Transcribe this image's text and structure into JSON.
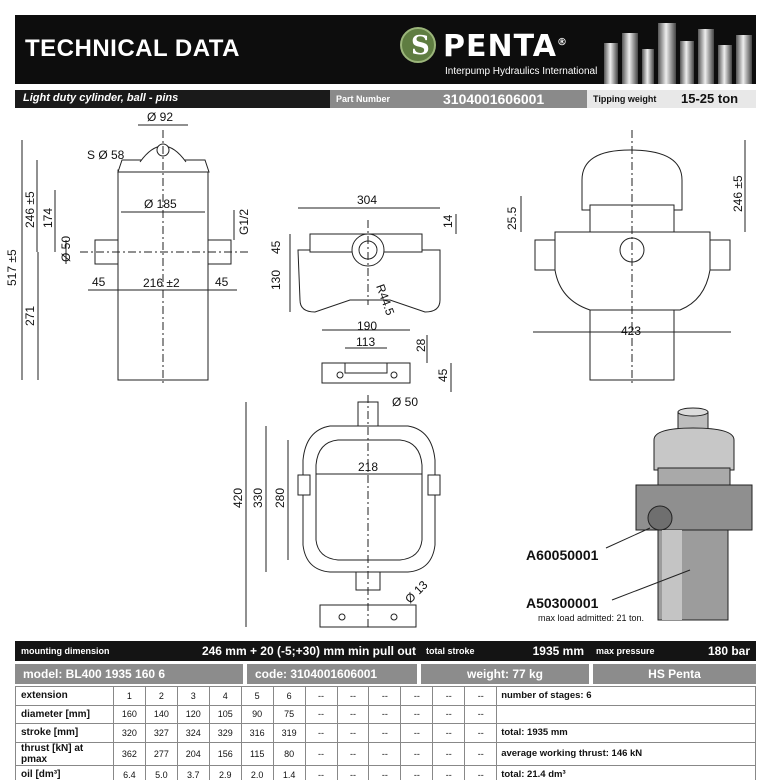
{
  "header": {
    "title": "TECHNICAL DATA",
    "logo_text": "PENTA",
    "logo_registered": "®",
    "logo_subtitle": "Interpump Hydraulics International"
  },
  "subheader": {
    "description": "Light duty cylinder, ball - pins",
    "part_number_label": "Part Number",
    "part_number": "3104001606001",
    "tipping_weight_label": "Tipping weight",
    "tipping_weight": "15-25 ton"
  },
  "drawing_labels": {
    "side": {
      "top_diam": "Ø 92",
      "sphere": "S Ø 58",
      "body_diam": "Ø 185",
      "pin_diam": "Ø 50",
      "port": "G1/2",
      "left_45": "45",
      "right_45": "45",
      "pin_span": "216 ±2",
      "h_517": "517 ±5",
      "h_246": "246 ±5",
      "h_174": "174",
      "h_271": "271"
    },
    "bracket": {
      "w_304": "304",
      "h_14": "14",
      "h_45": "45",
      "h_130": "130",
      "radius": "R44.5"
    },
    "right_view": {
      "h_25": "25.5",
      "h_246": "246 ±5",
      "w_423": "423"
    },
    "base": {
      "w_190": "190",
      "w_113": "113",
      "h_28": "28",
      "h_45": "45"
    },
    "frame": {
      "pin_diam": "Ø 50",
      "w_218": "218",
      "h_420": "420",
      "h_330": "330",
      "h_280": "280",
      "hole_diam": "Ø 13"
    },
    "callouts": {
      "upper": "A60050001",
      "lower": "A50300001",
      "note": "max load admitted: 21 ton."
    }
  },
  "specs": {
    "mounting_label": "mounting dimension",
    "mounting_value": "246 mm + 20 (-5;+30) mm min pull out",
    "stroke_label": "total stroke",
    "stroke_value": "1935 mm",
    "pressure_label": "max pressure",
    "pressure_value": "180 bar",
    "model": "model: BL400 1935 160 6",
    "code": "code: 3104001606001",
    "weight": "weight: 77 kg",
    "brand": "HS Penta"
  },
  "stage_table": {
    "rows": [
      {
        "label": "extension",
        "values": [
          "1",
          "2",
          "3",
          "4",
          "5",
          "6",
          "--",
          "--",
          "--",
          "--",
          "--",
          "--"
        ],
        "summary": "number of stages: 6"
      },
      {
        "label": "diameter [mm]",
        "values": [
          "160",
          "140",
          "120",
          "105",
          "90",
          "75",
          "--",
          "--",
          "--",
          "--",
          "--",
          "--"
        ],
        "summary": ""
      },
      {
        "label": "stroke [mm]",
        "values": [
          "320",
          "327",
          "324",
          "329",
          "316",
          "319",
          "--",
          "--",
          "--",
          "--",
          "--",
          "--"
        ],
        "summary": "total: 1935 mm"
      },
      {
        "label": "thrust [kN] at pmax",
        "values": [
          "362",
          "277",
          "204",
          "156",
          "115",
          "80",
          "--",
          "--",
          "--",
          "--",
          "--",
          "--"
        ],
        "summary": "average working thrust: 146 kN"
      },
      {
        "label": "oil [dm³]",
        "values": [
          "6.4",
          "5.0",
          "3.7",
          "2.9",
          "2.0",
          "1.4",
          "--",
          "--",
          "--",
          "--",
          "--",
          "--"
        ],
        "summary": "total: 21.4 dm³"
      }
    ]
  }
}
